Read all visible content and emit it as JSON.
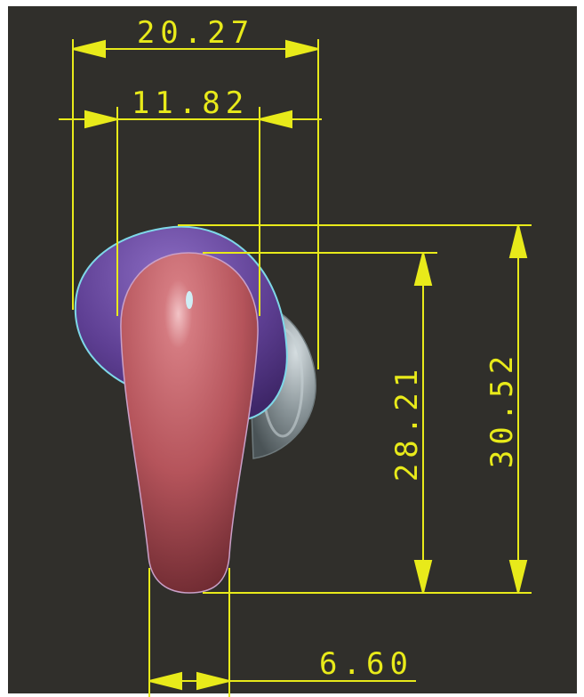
{
  "dimensions": {
    "overall_width": "20.27",
    "body_width": "11.82",
    "height_large": "30.52",
    "height_small": "28.21",
    "tip_width": "6.60"
  },
  "colors": {
    "background": "#302f2b",
    "dimension_lines": "#e8ea1a",
    "purple_body": "#6f4d9e",
    "red_body": "#b5545b",
    "gray_nozzle": "#9aa5a8",
    "outline": "#7ed8e8"
  }
}
